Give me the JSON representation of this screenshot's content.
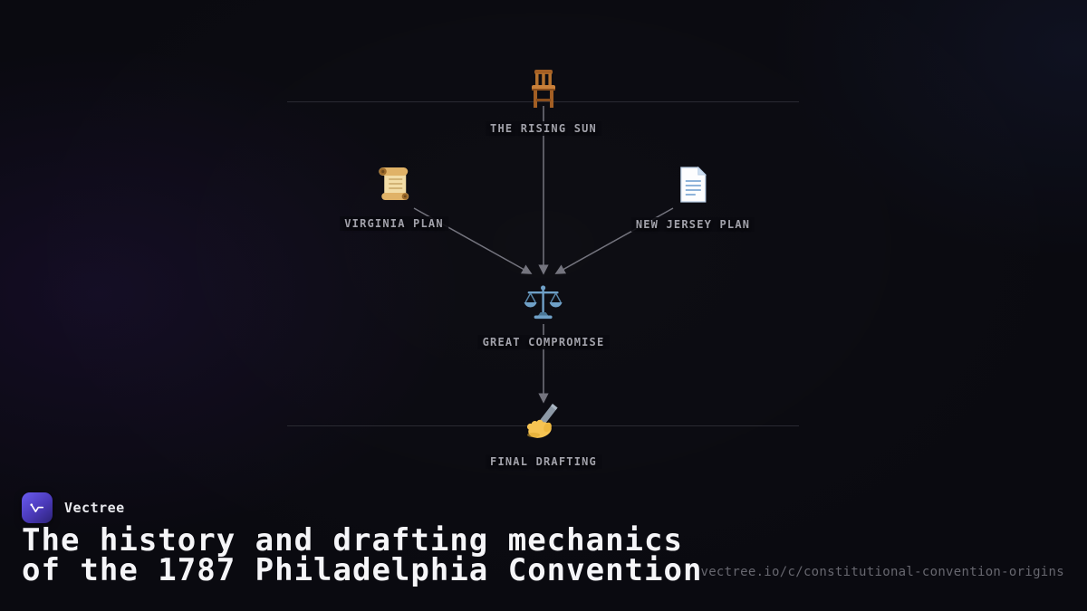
{
  "diagram": {
    "nodes": [
      {
        "id": "the-rising-sun",
        "label": "THE RISING SUN",
        "icon": "chair-icon"
      },
      {
        "id": "virginia-plan",
        "label": "VIRGINIA PLAN",
        "icon": "scroll-icon"
      },
      {
        "id": "new-jersey-plan",
        "label": "NEW JERSEY PLAN",
        "icon": "document-icon"
      },
      {
        "id": "great-compromise",
        "label": "GREAT COMPROMISE",
        "icon": "scales-icon"
      },
      {
        "id": "final-drafting",
        "label": "FINAL DRAFTING",
        "icon": "writing-hand-icon"
      }
    ],
    "edges": [
      {
        "from": "the-rising-sun",
        "to": "great-compromise"
      },
      {
        "from": "virginia-plan",
        "to": "great-compromise"
      },
      {
        "from": "new-jersey-plan",
        "to": "great-compromise"
      },
      {
        "from": "great-compromise",
        "to": "final-drafting"
      }
    ]
  },
  "footer": {
    "brand": "Vectree",
    "title_line1": "The history and drafting mechanics",
    "title_line2": "of the 1787 Philadelphia Convention",
    "url": "vectree.io/c/constitutional-convention-origins"
  },
  "colors": {
    "background": "#0a0a10",
    "brand_accent": "#6a5cf0",
    "edge": "#74747e",
    "node_label": "#a2a2ab",
    "title_text": "#f5f5f8",
    "url_text": "#67676f"
  }
}
